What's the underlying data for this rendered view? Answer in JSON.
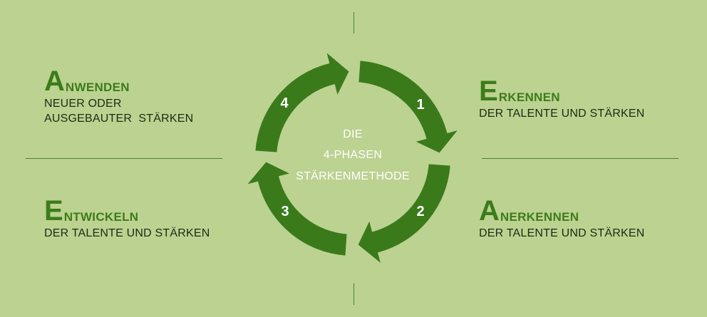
{
  "colors": {
    "background": "#bcd291",
    "arrow": "#3a7a1a",
    "heading": "#3c7c1a",
    "text": "#1e2a14",
    "center_text": "#ffffff"
  },
  "center": {
    "line1": "DIE",
    "line2": "4-PHASEN",
    "line3": "STÄRKENMETHODE"
  },
  "cycle_numbers": [
    "1",
    "2",
    "3",
    "4"
  ],
  "phases": {
    "anwenden": {
      "initial": "A",
      "rest": "NWENDEN",
      "line1": "NEUER ODER",
      "line2": "AUSGEBAUTER  STÄRKEN"
    },
    "erkennen": {
      "initial": "E",
      "rest": "RKENNEN",
      "line1": "DER TALENTE UND STÄRKEN"
    },
    "entwickeln": {
      "initial": "E",
      "rest": "NTWICKELN",
      "line1": "DER TALENTE UND STÄRKEN"
    },
    "anerkennen": {
      "initial": "A",
      "rest": "NERKENNEN",
      "line1": "DER TALENTE UND STÄRKEN"
    }
  }
}
